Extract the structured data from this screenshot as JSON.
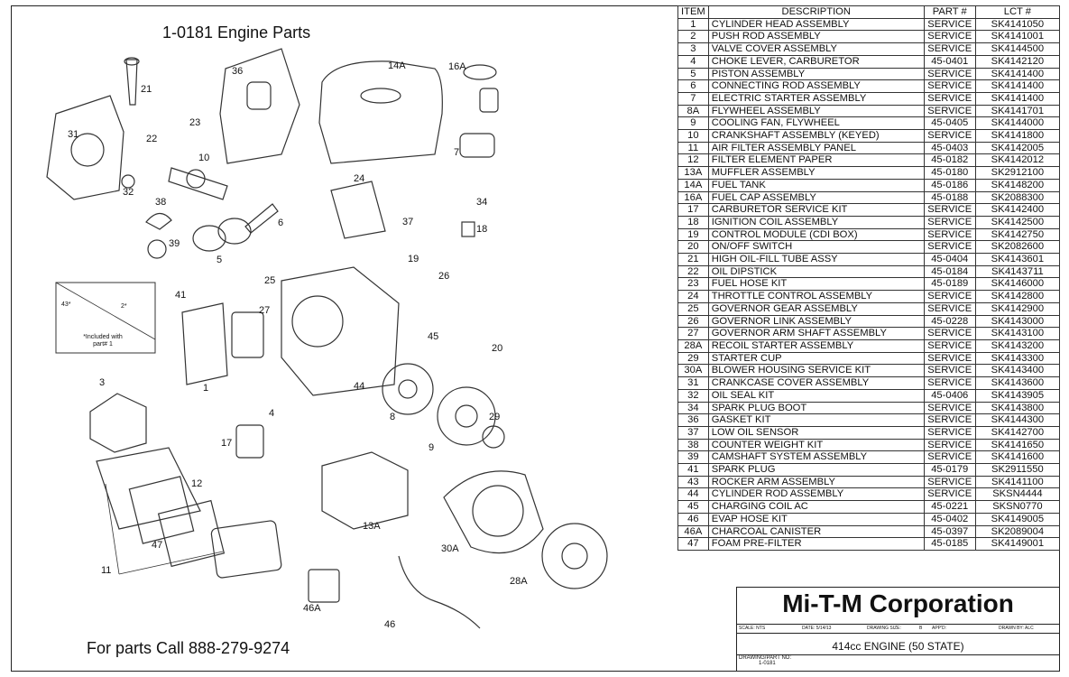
{
  "drawing": {
    "title": "1-0181 Engine Parts",
    "phone": "For parts Call 888-279-9274",
    "callouts": [
      "21",
      "36",
      "14A",
      "16A",
      "31",
      "22",
      "23",
      "10",
      "7",
      "32",
      "38",
      "24",
      "34",
      "6",
      "37",
      "18",
      "39",
      "5",
      "19",
      "26",
      "25",
      "41",
      "27",
      "45",
      "20",
      "3",
      "1",
      "44",
      "8",
      "29",
      "4",
      "17",
      "9",
      "12",
      "13A",
      "47",
      "30A",
      "11",
      "28A",
      "46A",
      "46"
    ],
    "inset_note": "*Included with part# 1",
    "inset_labels": [
      "43*",
      "2*"
    ]
  },
  "table": {
    "headers": [
      "ITEM",
      "DESCRIPTION",
      "PART #",
      "LCT #"
    ],
    "rows": [
      [
        "1",
        "CYLINDER HEAD ASSEMBLY",
        "SERVICE",
        "SK4141050"
      ],
      [
        "2",
        "PUSH ROD ASSEMBLY",
        "SERVICE",
        "SK4141001"
      ],
      [
        "3",
        "VALVE COVER ASSEMBLY",
        "SERVICE",
        "SK4144500"
      ],
      [
        "4",
        "CHOKE LEVER, CARBURETOR",
        "45-0401",
        "SK4142120"
      ],
      [
        "5",
        "PISTON ASSEMBLY",
        "SERVICE",
        "SK4141400"
      ],
      [
        "6",
        "CONNECTING ROD ASSEMBLY",
        "SERVICE",
        "SK4141400"
      ],
      [
        "7",
        "ELECTRIC STARTER ASSEMBLY",
        "SERVICE",
        "SK4141400"
      ],
      [
        "8A",
        "FLYWHEEL ASSEMBLY",
        "SERVICE",
        "SK4141701"
      ],
      [
        "9",
        "COOLING FAN, FLYWHEEL",
        "45-0405",
        "SK4144000"
      ],
      [
        "10",
        "CRANKSHAFT ASSEMBLY (KEYED)",
        "SERVICE",
        "SK4141800"
      ],
      [
        "11",
        "AIR FILTER ASSEMBLY PANEL",
        "45-0403",
        "SK4142005"
      ],
      [
        "12",
        "FILTER ELEMENT PAPER",
        "45-0182",
        "SK4142012"
      ],
      [
        "13A",
        "MUFFLER ASSEMBLY",
        "45-0180",
        "SK2912100"
      ],
      [
        "14A",
        "FUEL TANK",
        "45-0186",
        "SK4148200"
      ],
      [
        "16A",
        "FUEL CAP ASSEMBLY",
        "45-0188",
        "SK2088300"
      ],
      [
        "17",
        "CARBURETOR SERVICE KIT",
        "SERVICE",
        "SK4142400"
      ],
      [
        "18",
        "IGNITION COIL ASSEMBLY",
        "SERVICE",
        "SK4142500"
      ],
      [
        "19",
        "CONTROL MODULE (CDI BOX)",
        "SERVICE",
        "SK4142750"
      ],
      [
        "20",
        "ON/OFF SWITCH",
        "SERVICE",
        "SK2082600"
      ],
      [
        "21",
        "HIGH OIL-FILL TUBE ASSY",
        "45-0404",
        "SK4143601"
      ],
      [
        "22",
        "OIL DIPSTICK",
        "45-0184",
        "SK4143711"
      ],
      [
        "23",
        "FUEL HOSE KIT",
        "45-0189",
        "SK4146000"
      ],
      [
        "24",
        "THROTTLE CONTROL ASSEMBLY",
        "SERVICE",
        "SK4142800"
      ],
      [
        "25",
        "GOVERNOR GEAR ASSEMBLY",
        "SERVICE",
        "SK4142900"
      ],
      [
        "26",
        "GOVERNOR LINK ASSEMBLY",
        "45-0228",
        "SK4143000"
      ],
      [
        "27",
        "GOVERNOR ARM SHAFT ASSEMBLY",
        "SERVICE",
        "SK4143100"
      ],
      [
        "28A",
        "RECOIL STARTER ASSEMBLY",
        "SERVICE",
        "SK4143200"
      ],
      [
        "29",
        "STARTER CUP",
        "SERVICE",
        "SK4143300"
      ],
      [
        "30A",
        "BLOWER HOUSING SERVICE KIT",
        "SERVICE",
        "SK4143400"
      ],
      [
        "31",
        "CRANKCASE COVER ASSEMBLY",
        "SERVICE",
        "SK4143600"
      ],
      [
        "32",
        "OIL SEAL KIT",
        "45-0406",
        "SK4143905"
      ],
      [
        "34",
        "SPARK PLUG BOOT",
        "SERVICE",
        "SK4143800"
      ],
      [
        "36",
        "GASKET KIT",
        "SERVICE",
        "SK4144300"
      ],
      [
        "37",
        "LOW OIL SENSOR",
        "SERVICE",
        "SK4142700"
      ],
      [
        "38",
        "COUNTER WEIGHT KIT",
        "SERVICE",
        "SK4141650"
      ],
      [
        "39",
        "CAMSHAFT SYSTEM ASSEMBLY",
        "SERVICE",
        "SK4141600"
      ],
      [
        "41",
        "SPARK PLUG",
        "45-0179",
        "SK2911550"
      ],
      [
        "43",
        "ROCKER ARM ASSEMBLY",
        "SERVICE",
        "SK4141100"
      ],
      [
        "44",
        "CYLINDER ROD ASSEMBLY",
        "SERVICE",
        "SKSN4444"
      ],
      [
        "45",
        "CHARGING COIL AC",
        "45-0221",
        "SKSN0770"
      ],
      [
        "46",
        "EVAP HOSE KIT",
        "45-0402",
        "SK4149005"
      ],
      [
        "46A",
        "CHARCOAL CANISTER",
        "45-0397",
        "SK2089004"
      ],
      [
        "47",
        "FOAM PRE-FILTER",
        "45-0185",
        "SK4149001"
      ]
    ]
  },
  "title_block": {
    "company": "Mi-T-M Corporation",
    "scale": "SCALE: NTS",
    "date": "DATE: 5/14/13",
    "drawing_size": "DRAWING SIZE:",
    "size_value": "B",
    "appd": "APP'D:",
    "drawn_by": "DRAWN BY: ALC",
    "description": "414cc ENGINE (50 STATE)",
    "part_no_label": "DRAWING/PART NO:",
    "part_no": "1-0181"
  }
}
